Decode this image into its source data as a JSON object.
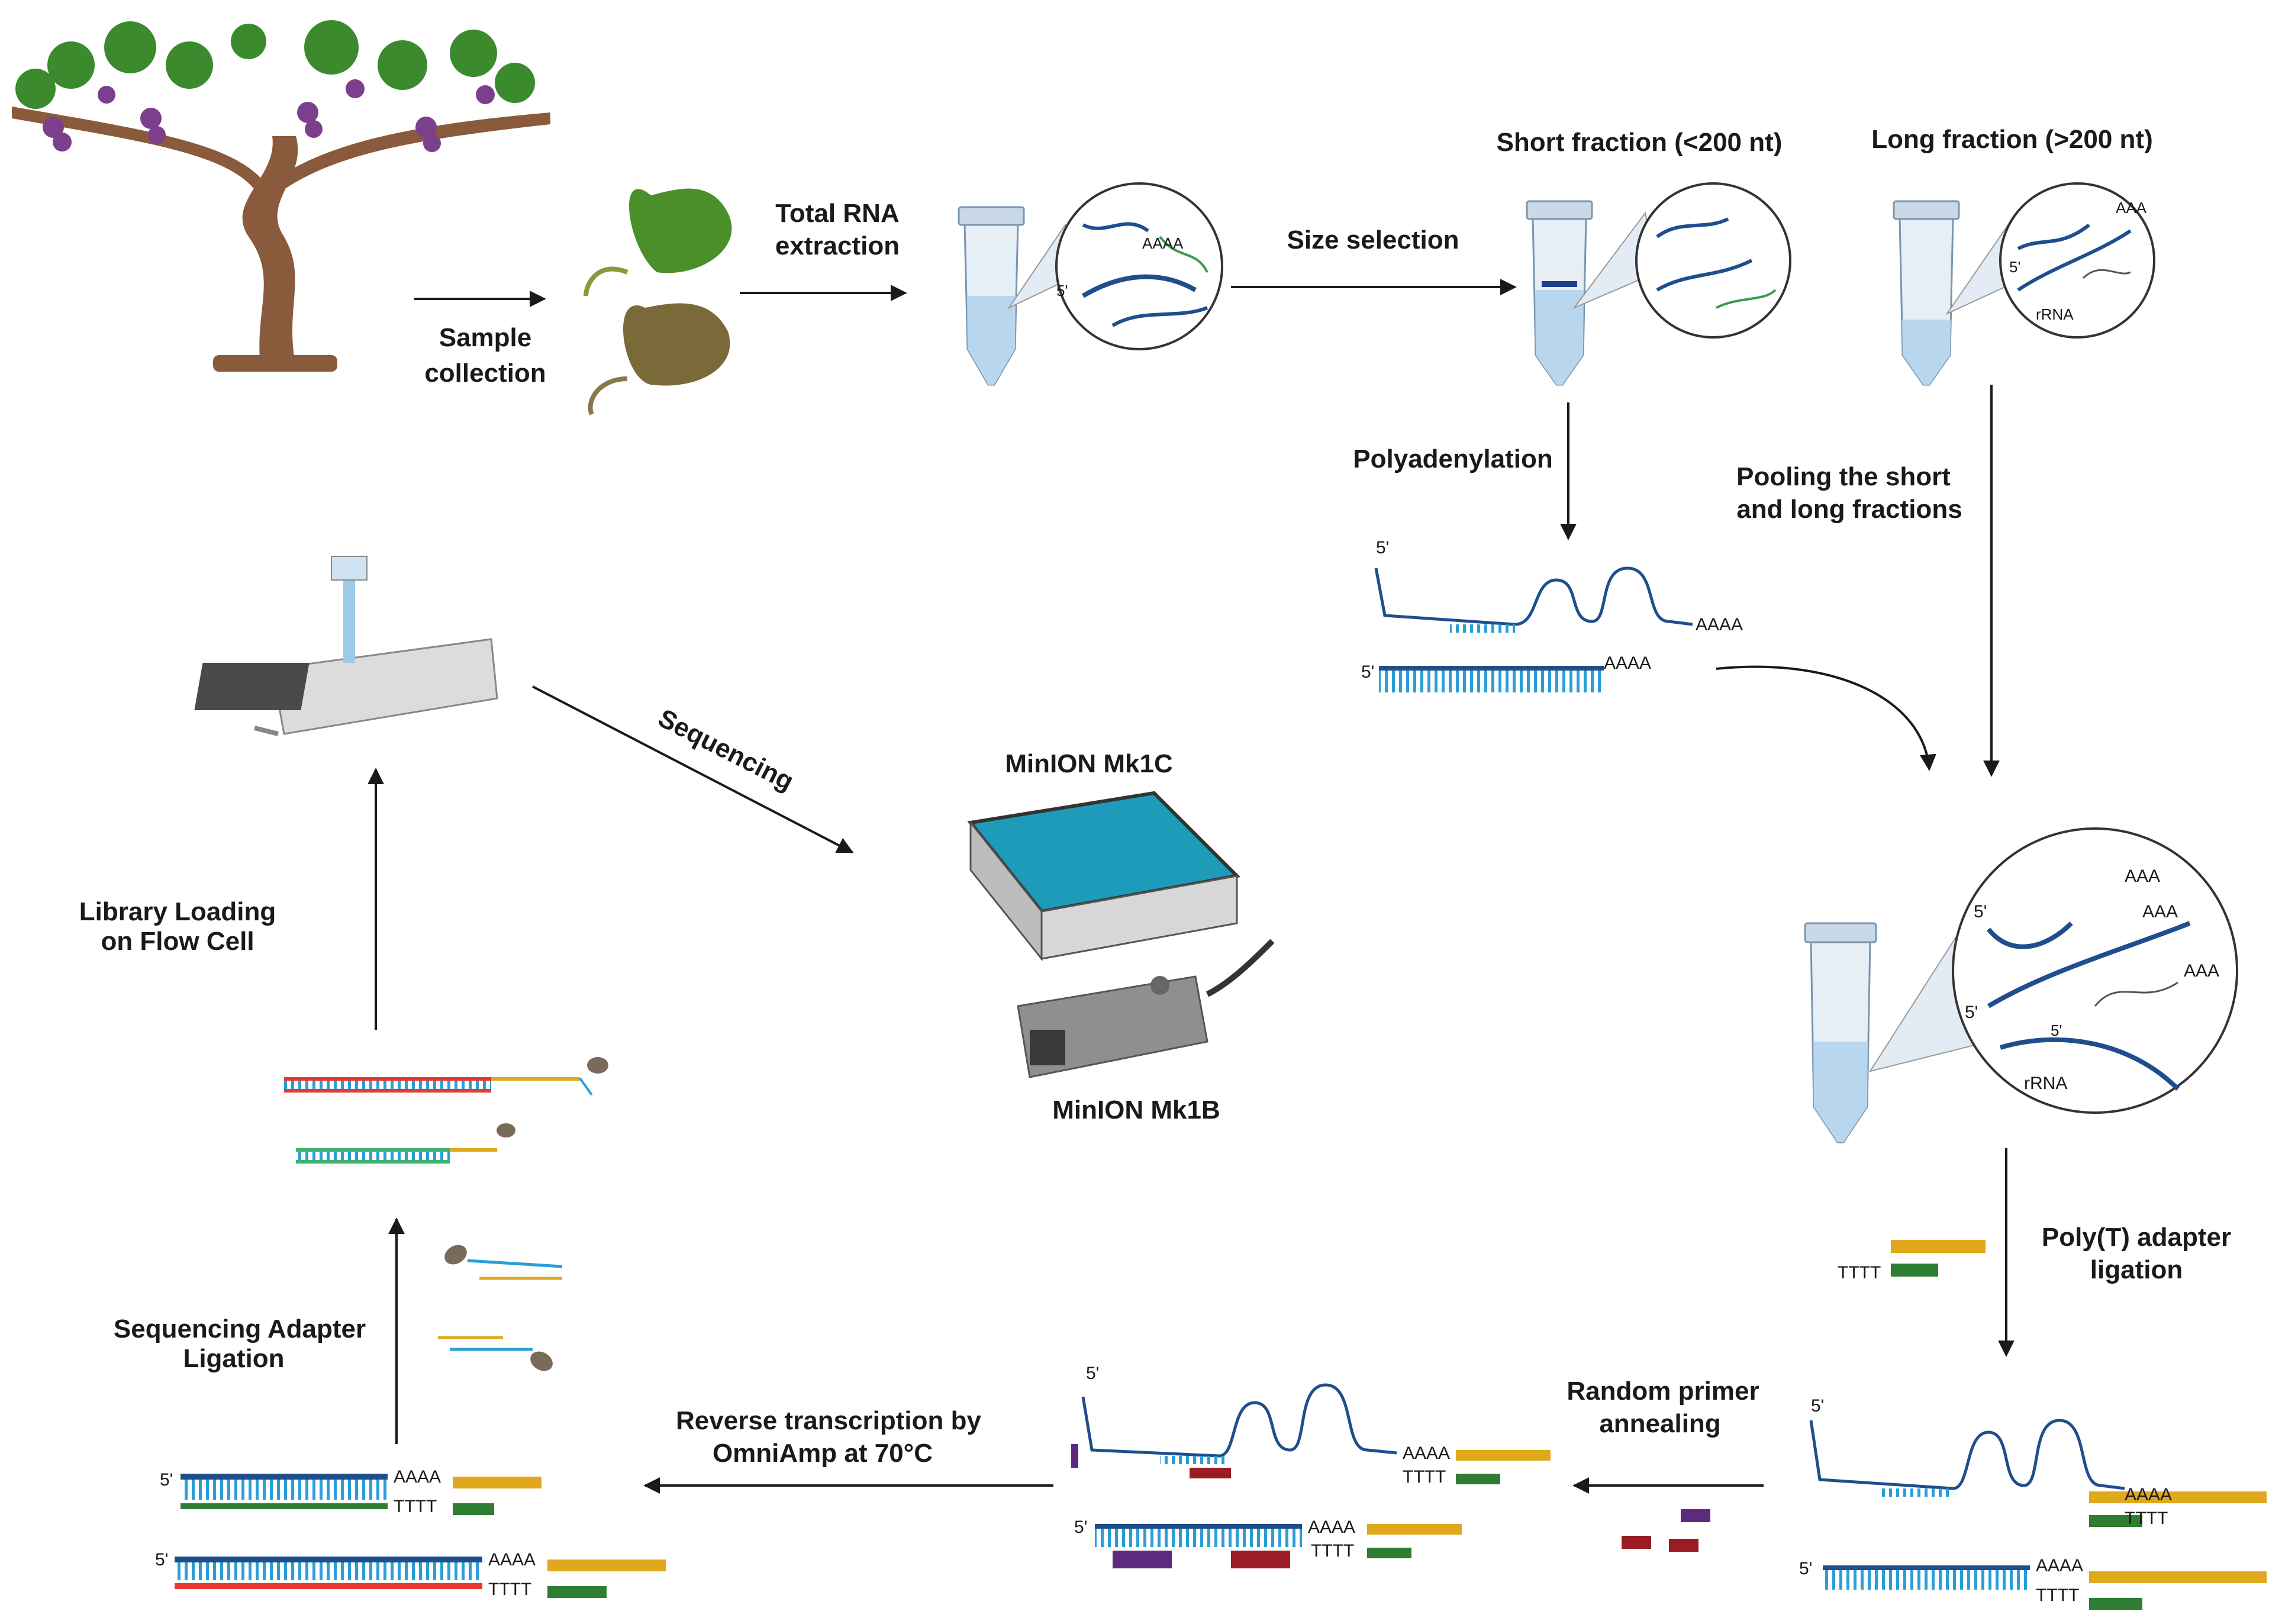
{
  "labels": {
    "sample_collection_1": "Sample",
    "sample_collection_2": "collection",
    "total_rna_1": "Total RNA",
    "total_rna_2": "extraction",
    "size_selection": "Size selection",
    "short_fraction": "Short fraction (<200 nt)",
    "long_fraction": "Long fraction (>200 nt)",
    "polyadenylation": "Polyadenylation",
    "pooling_1": "Pooling the short",
    "pooling_2": "and long fractions",
    "sequencing": "Sequencing",
    "mk1c": "MinION Mk1C",
    "mk1b": "MinION Mk1B",
    "library_loading_1": "Library Loading",
    "library_loading_2": "on Flow Cell",
    "seq_adapter_1": "Sequencing Adapter",
    "seq_adapter_2": "Ligation",
    "polyt_1": "Poly(T) adapter",
    "polyt_2": "ligation",
    "random_primer_1": "Random primer",
    "random_primer_2": "annealing",
    "rt_1": "Reverse transcription by",
    "rt_2": "OmniAmp at 70°C"
  },
  "sequence_marks": {
    "five_prime": "5'",
    "polyA": "AAAA",
    "polyA_short": "AAA",
    "polyT": "TTTT",
    "rrna": "rRNA"
  },
  "colors": {
    "rna_blue": "#1f4e8c",
    "rna_teal": "#2a9ed8",
    "tube": "#d9e6f2",
    "tube_liquid": "#b8d6ee",
    "adapter_yellow": "#e0a81c",
    "adapter_green": "#2e7d32",
    "primer_red": "#9b1c24",
    "primer_purple": "#5e2a7e",
    "cdna_green": "#3cb371",
    "cdna_red": "#e53935",
    "arrow": "#1a1a1a",
    "device_teal": "#1e9bb8",
    "device_grey": "#d7d7d7"
  }
}
